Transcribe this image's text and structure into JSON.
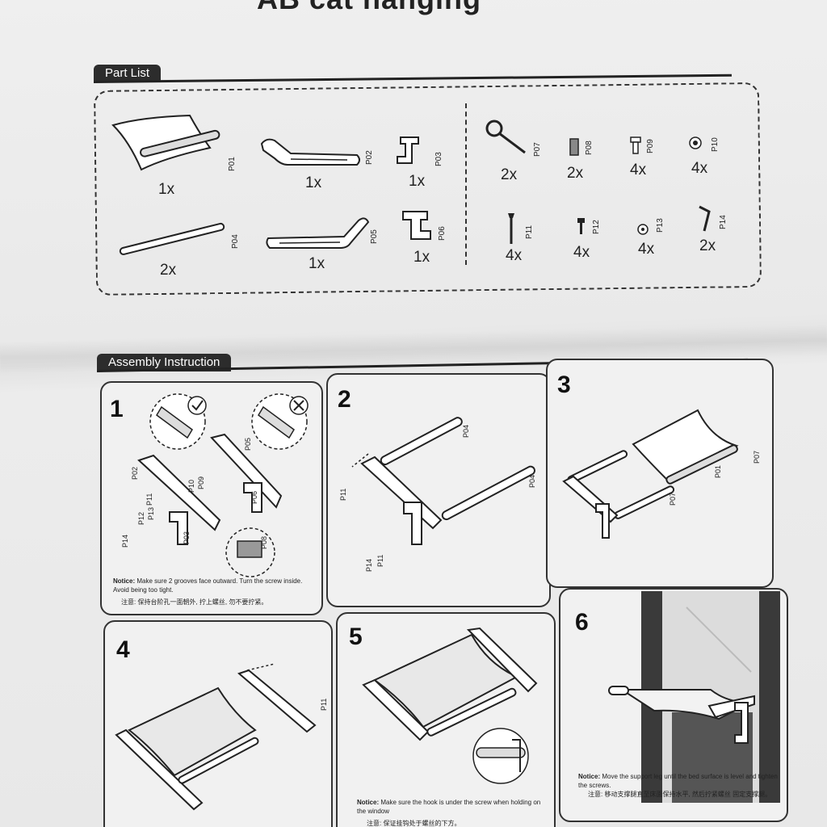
{
  "document": {
    "title": "AB cat hanging"
  },
  "part_list": {
    "heading": "Part List",
    "parts": [
      {
        "code": "P01",
        "qty": "1x"
      },
      {
        "code": "P02",
        "qty": "1x"
      },
      {
        "code": "P03",
        "qty": "1x"
      },
      {
        "code": "P04",
        "qty": "2x"
      },
      {
        "code": "P05",
        "qty": "1x"
      },
      {
        "code": "P06",
        "qty": "1x"
      },
      {
        "code": "P07",
        "qty": "2x"
      },
      {
        "code": "P08",
        "qty": "2x"
      },
      {
        "code": "P09",
        "qty": "4x"
      },
      {
        "code": "P10",
        "qty": "4x"
      },
      {
        "code": "P11",
        "qty": "4x"
      },
      {
        "code": "P12",
        "qty": "4x"
      },
      {
        "code": "P13",
        "qty": "4x"
      },
      {
        "code": "P14",
        "qty": "2x"
      }
    ]
  },
  "assembly": {
    "heading": "Assembly Instruction",
    "steps": [
      {
        "number": "1",
        "labels": [
          "P02",
          "P05",
          "P10",
          "P09",
          "P11",
          "P12",
          "P13",
          "P14",
          "P03",
          "P06",
          "P08"
        ],
        "notice_title": "Notice:",
        "notice_text": "Make sure 2 grooves face outward. Turn the screw inside. Avoid being too tight.",
        "notice_cn": "注意: 保持台阶孔一面朝外, 拧上螺丝, 勿不要拧紧。"
      },
      {
        "number": "2",
        "labels": [
          "P04",
          "P04",
          "P11",
          "P14",
          "P11"
        ]
      },
      {
        "number": "3",
        "labels": [
          "P07",
          "P01",
          "P07"
        ]
      },
      {
        "number": "4",
        "labels": [
          "P11"
        ]
      },
      {
        "number": "5",
        "notice_title": "Notice:",
        "notice_text": "Make sure the hook is under the screw when holding on the window",
        "notice_cn": "注意: 保证挂钩处于螺丝的下方。"
      },
      {
        "number": "6",
        "notice_title": "Notice:",
        "notice_text": "Move the support leg until the bed surface is level and tighten the screws.",
        "notice_cn": "注意: 移动支撑腿直至床面保持水平, 然后拧紧螺丝 固定支撑腿。"
      }
    ]
  }
}
